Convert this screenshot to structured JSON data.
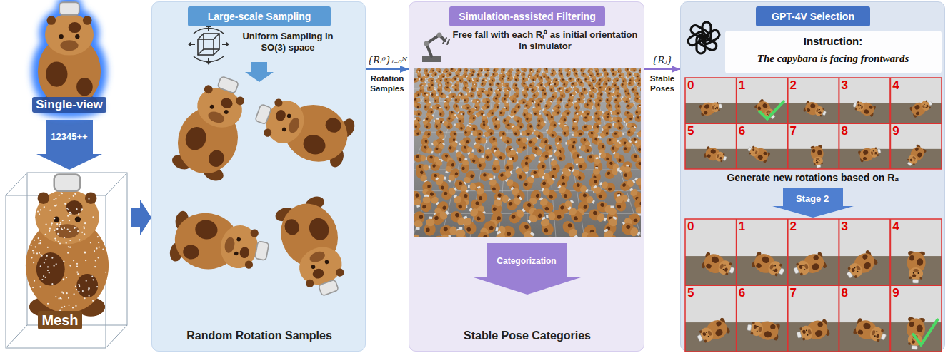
{
  "diagram": {
    "nodes": [
      {
        "text": [
          "Single-view"
        ]
      },
      {
        "text": [
          "Mesh"
        ]
      },
      {
        "text": [
          "Uniform Sampling in SO(3) space",
          "Random Rotation Samples"
        ]
      },
      {
        "text": [
          "Large-scale Sampling"
        ],
        "in": 2
      },
      {
        "text": [
          "Free fall with each Rᵢ⁰ as initial orientation in simulator",
          "Stable Pose Categories"
        ]
      },
      {
        "text": [
          "Simulation-assisted Filtering"
        ],
        "in": 4
      },
      {
        "text": [
          "Instruction:",
          "The capybara is facing frontwards",
          "Generate new rotations based on R₂"
        ]
      },
      {
        "text": [
          "GPT-4V Selection"
        ],
        "in": 6
      }
    ],
    "edges": [
      {
        "from": 0,
        "to": 1,
        "arrow": "to",
        "label": "12345++"
      },
      {
        "from": 1,
        "to": 2,
        "arrow": "to"
      },
      {
        "from": 2,
        "to": 4,
        "arrow": "to",
        "label": "{Rᵢ⁰}ᵢ₌₀ᴺ"
      },
      {
        "from": 4,
        "to": 6,
        "arrow": "to",
        "label": "{Rⱼ}"
      }
    ],
    "labels": [
      "Rotation Samples",
      "Categorization",
      "Stable Poses",
      "0",
      "1",
      "2",
      "3",
      "4",
      "5",
      "6",
      "7",
      "8",
      "9",
      "Stage 2",
      "0",
      "1",
      "2",
      "3",
      "4",
      "5",
      "6",
      "7",
      "8",
      "9"
    ]
  }
}
